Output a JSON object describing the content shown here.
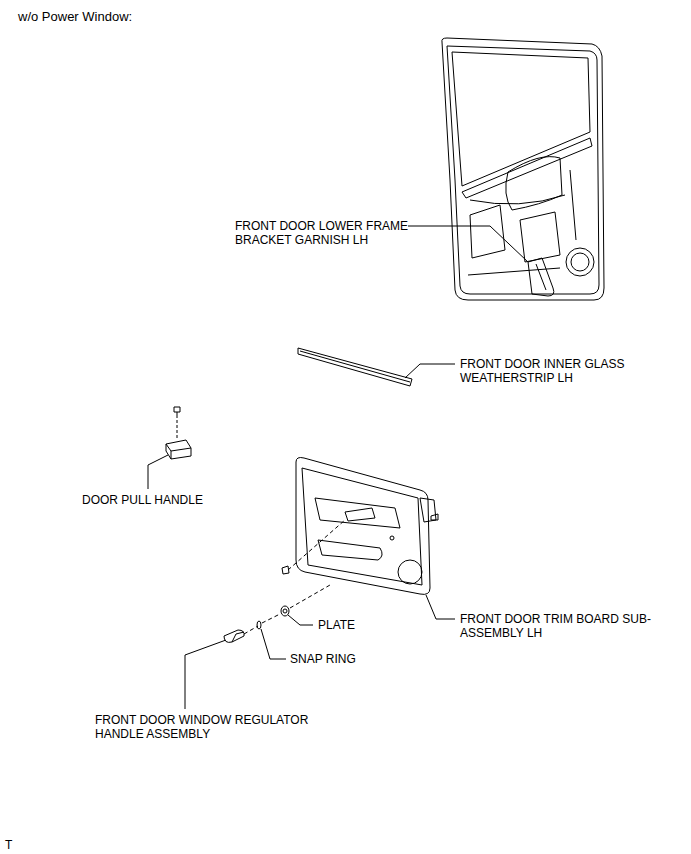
{
  "diagram": {
    "title": "w/o Power Window:",
    "labels": [
      "FRONT DOOR LOWER FRAME BRACKET GARNISH LH",
      "FRONT DOOR INNER GLASS WEATHERSTRIP LH",
      "DOOR PULL HANDLE",
      "FRONT DOOR TRIM BOARD SUB-ASSEMBLY LH",
      "PLATE",
      "SNAP RING",
      "FRONT DOOR WINDOW REGULATOR HANDLE ASSEMBLY",
      "T"
    ]
  }
}
